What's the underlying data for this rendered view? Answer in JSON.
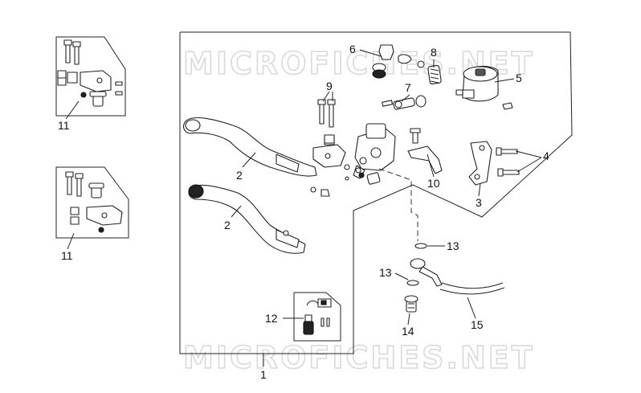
{
  "watermark": {
    "top_text": "MICROFICHES.NET",
    "bottom_text": "MICROFICHES.NET"
  },
  "callouts": [
    {
      "id": "c1",
      "text": "1"
    },
    {
      "id": "c2a",
      "text": "2"
    },
    {
      "id": "c2b",
      "text": "2"
    },
    {
      "id": "c3",
      "text": "3"
    },
    {
      "id": "c4",
      "text": "4"
    },
    {
      "id": "c5",
      "text": "5"
    },
    {
      "id": "c6",
      "text": "6"
    },
    {
      "id": "c7",
      "text": "7"
    },
    {
      "id": "c8",
      "text": "8"
    },
    {
      "id": "c9",
      "text": "9"
    },
    {
      "id": "c10",
      "text": "10"
    },
    {
      "id": "c11a",
      "text": "11"
    },
    {
      "id": "c11b",
      "text": "11"
    },
    {
      "id": "c12",
      "text": "12"
    },
    {
      "id": "c13a",
      "text": "13"
    },
    {
      "id": "c13b",
      "text": "13"
    },
    {
      "id": "c14",
      "text": "14"
    },
    {
      "id": "c15",
      "text": "15"
    }
  ]
}
